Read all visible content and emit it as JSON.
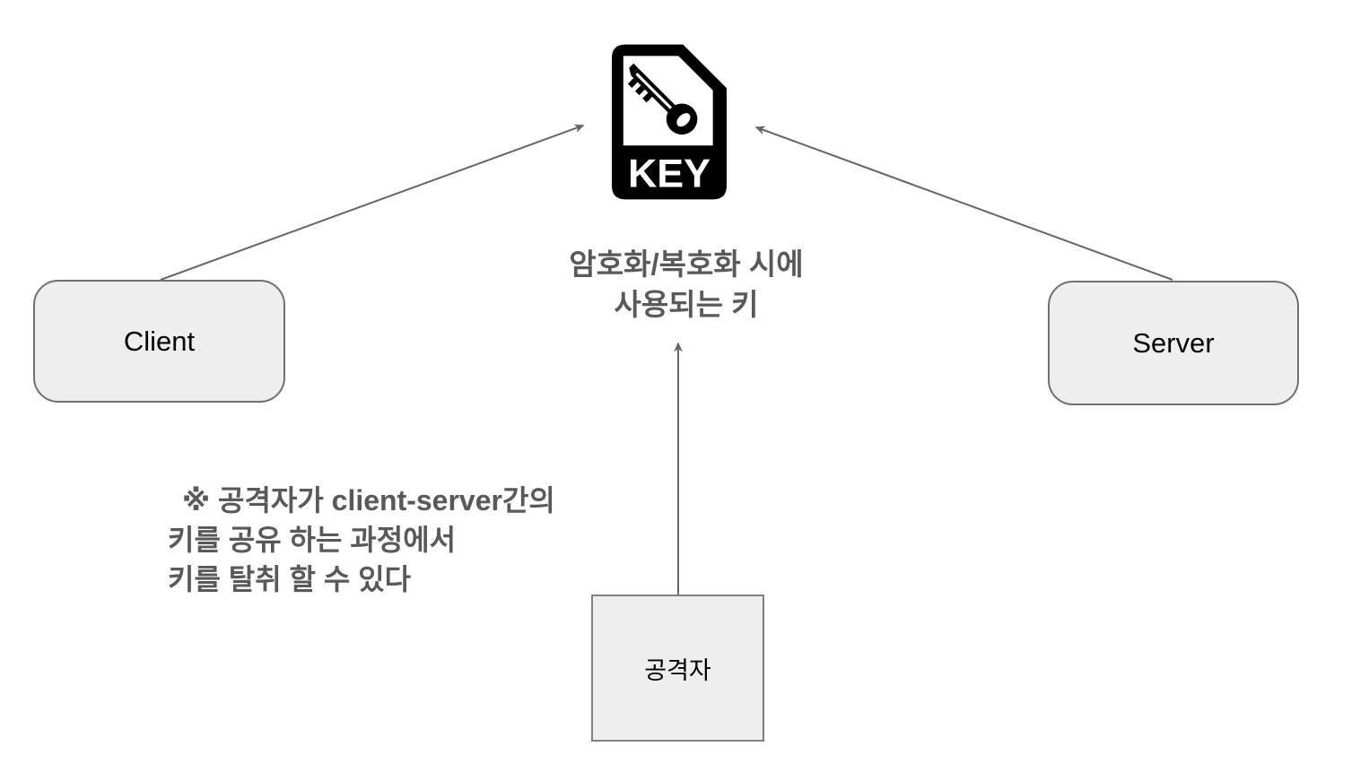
{
  "key_icon": {
    "label": "KEY"
  },
  "key_caption": {
    "line1": "암호화/복호화 시에",
    "line2": "사용되는 키"
  },
  "nodes": {
    "client": {
      "label": "Client"
    },
    "server": {
      "label": "Server"
    },
    "attacker": {
      "label": "공격자"
    }
  },
  "note": {
    "line1": "※ 공격자가 client-server간의",
    "line2": "키를 공유 하는 과정에서",
    "line3": "키를 탈취 할 수 있다"
  },
  "colors": {
    "background": "#ffffff",
    "box_fill": "#eeeeee",
    "box_border": "#707070",
    "arrow": "#666666",
    "caption_text": "#595959",
    "node_text": "#000000",
    "icon": "#000000",
    "icon_label_text": "#ffffff"
  }
}
